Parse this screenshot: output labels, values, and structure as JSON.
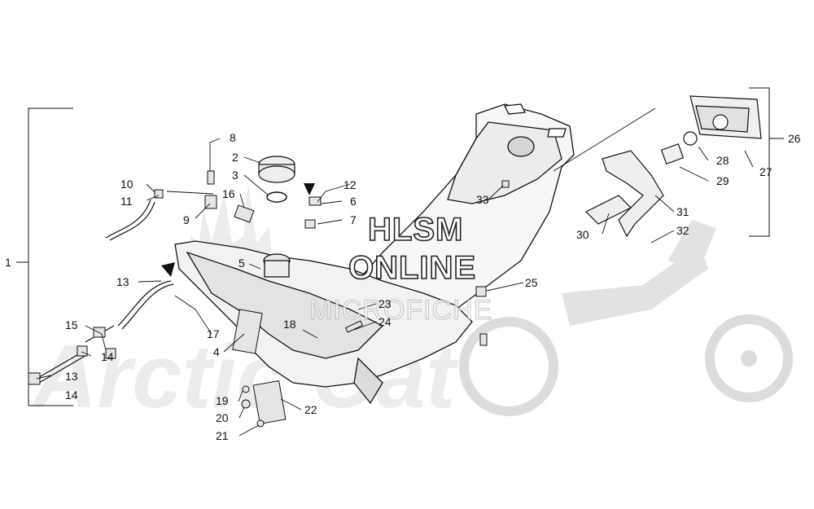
{
  "watermark": {
    "line1": "HLSM",
    "line2": "ONLINE",
    "line3": "MICROFICHE",
    "logo_text": "Arctic Cat"
  },
  "callouts": [
    {
      "id": "c1",
      "text": "1"
    },
    {
      "id": "c2",
      "text": "2"
    },
    {
      "id": "c3",
      "text": "3"
    },
    {
      "id": "c4",
      "text": "4"
    },
    {
      "id": "c5",
      "text": "5"
    },
    {
      "id": "c6",
      "text": "6"
    },
    {
      "id": "c7",
      "text": "7"
    },
    {
      "id": "c8",
      "text": "8"
    },
    {
      "id": "c9",
      "text": "9"
    },
    {
      "id": "c10",
      "text": "10"
    },
    {
      "id": "c11",
      "text": "11"
    },
    {
      "id": "c12",
      "text": "12"
    },
    {
      "id": "c13a",
      "text": "13"
    },
    {
      "id": "c13b",
      "text": "13"
    },
    {
      "id": "c14a",
      "text": "14"
    },
    {
      "id": "c14b",
      "text": "14"
    },
    {
      "id": "c15",
      "text": "15"
    },
    {
      "id": "c16",
      "text": "16"
    },
    {
      "id": "c17",
      "text": "17"
    },
    {
      "id": "c18",
      "text": "18"
    },
    {
      "id": "c19",
      "text": "19"
    },
    {
      "id": "c20",
      "text": "20"
    },
    {
      "id": "c21",
      "text": "21"
    },
    {
      "id": "c22",
      "text": "22"
    },
    {
      "id": "c23",
      "text": "23"
    },
    {
      "id": "c24",
      "text": "24"
    },
    {
      "id": "c25",
      "text": "25"
    },
    {
      "id": "c26",
      "text": "26"
    },
    {
      "id": "c27",
      "text": "27"
    },
    {
      "id": "c28",
      "text": "28"
    },
    {
      "id": "c29",
      "text": "29"
    },
    {
      "id": "c30",
      "text": "30"
    },
    {
      "id": "c31",
      "text": "31"
    },
    {
      "id": "c32",
      "text": "32"
    },
    {
      "id": "c33",
      "text": "33"
    }
  ],
  "colors": {
    "ink": "#111111",
    "watermark_gray": "#d9d9d9"
  }
}
